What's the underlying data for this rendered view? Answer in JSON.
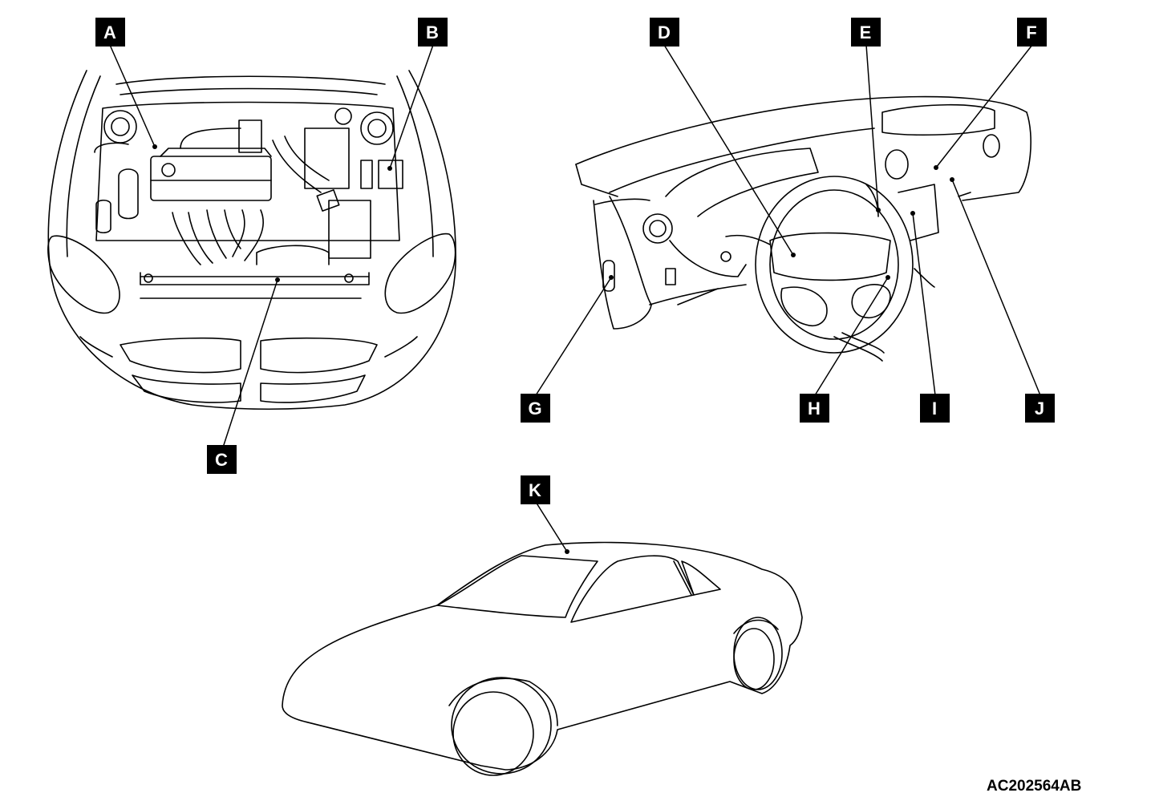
{
  "figure_code": "AC202564AB",
  "callouts": {
    "A": "A",
    "B": "B",
    "C": "C",
    "D": "D",
    "E": "E",
    "F": "F",
    "G": "G",
    "H": "H",
    "I": "I",
    "J": "J",
    "K": "K"
  }
}
